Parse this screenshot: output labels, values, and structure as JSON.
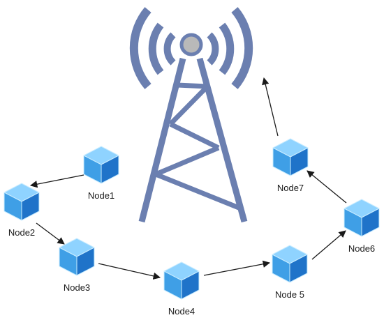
{
  "diagram": {
    "tower": {
      "color": "#6b7fb0",
      "emitter_color": "#b9b9b9"
    },
    "cube_colors": {
      "top": "#8fd3ff",
      "left": "#3f9fe6",
      "right": "#1f73c9",
      "edge": "#c9ecff"
    },
    "arrow_color": "#1a1a1a",
    "nodes": [
      {
        "id": "node1",
        "label": "Node1"
      },
      {
        "id": "node2",
        "label": "Node2"
      },
      {
        "id": "node3",
        "label": "Node3"
      },
      {
        "id": "node4",
        "label": "Node4"
      },
      {
        "id": "node5",
        "label": "Node 5"
      },
      {
        "id": "node6",
        "label": "Node6"
      },
      {
        "id": "node7",
        "label": "Node7"
      }
    ],
    "edges": [
      {
        "from": "node1",
        "to": "node2"
      },
      {
        "from": "node2",
        "to": "node3"
      },
      {
        "from": "node3",
        "to": "node4"
      },
      {
        "from": "node4",
        "to": "node5"
      },
      {
        "from": "node5",
        "to": "node6"
      },
      {
        "from": "node6",
        "to": "node7"
      },
      {
        "from": "node7",
        "to": "tower"
      }
    ]
  }
}
